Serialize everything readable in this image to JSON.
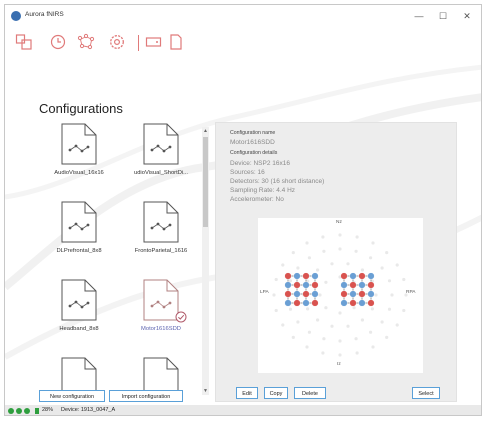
{
  "app": {
    "title": "Aurora fNIRS"
  },
  "window_controls": {
    "minimize": "—",
    "maximize": "☐",
    "close": "✕"
  },
  "toolbar": {
    "icons": [
      "device-icon",
      "clock-icon",
      "network-icon",
      "settings-icon",
      "record-icon",
      "document-icon"
    ]
  },
  "sidebar": {
    "heading": "Configurations",
    "items": [
      {
        "label": "AudioVisual_16x16",
        "selected": false
      },
      {
        "label": "udioVisual_ShortDi...",
        "selected": false
      },
      {
        "label": "DLPrefrontal_8x8",
        "selected": false
      },
      {
        "label": "FrontoParietal_1616",
        "selected": false
      },
      {
        "label": "Headband_8x8",
        "selected": false
      },
      {
        "label": "Motor1616SDD",
        "selected": true
      },
      {
        "label": "",
        "selected": false
      },
      {
        "label": "",
        "selected": false
      }
    ],
    "new_button": "New configuration",
    "import_button": "Import configuration"
  },
  "details": {
    "name_label": "Configuration name",
    "name_value": "Motor1616SDD",
    "details_label": "Configuration details",
    "device": "Device: NSP2 16x16",
    "sources": "Sources: 16",
    "detectors": "Detectors: 30 (16 short distance)",
    "sampling_rate": "Sampling Rate: 4.4 Hz",
    "accelerometer": "Accelerometer: No",
    "montage": {
      "nz": "Nz",
      "lpa": "LPA",
      "rpa": "RPA",
      "iz": "Iz"
    },
    "buttons": {
      "edit": "Edit",
      "copy": "Copy",
      "delete": "Delete",
      "select": "Select"
    }
  },
  "status": {
    "battery": "28%",
    "device": "Device: 1913_0047_A"
  },
  "colors": {
    "source": "#d9534f",
    "detector": "#6a9fd4",
    "accent": "#5aa0d8",
    "status_dot": "#2e9e3e"
  }
}
